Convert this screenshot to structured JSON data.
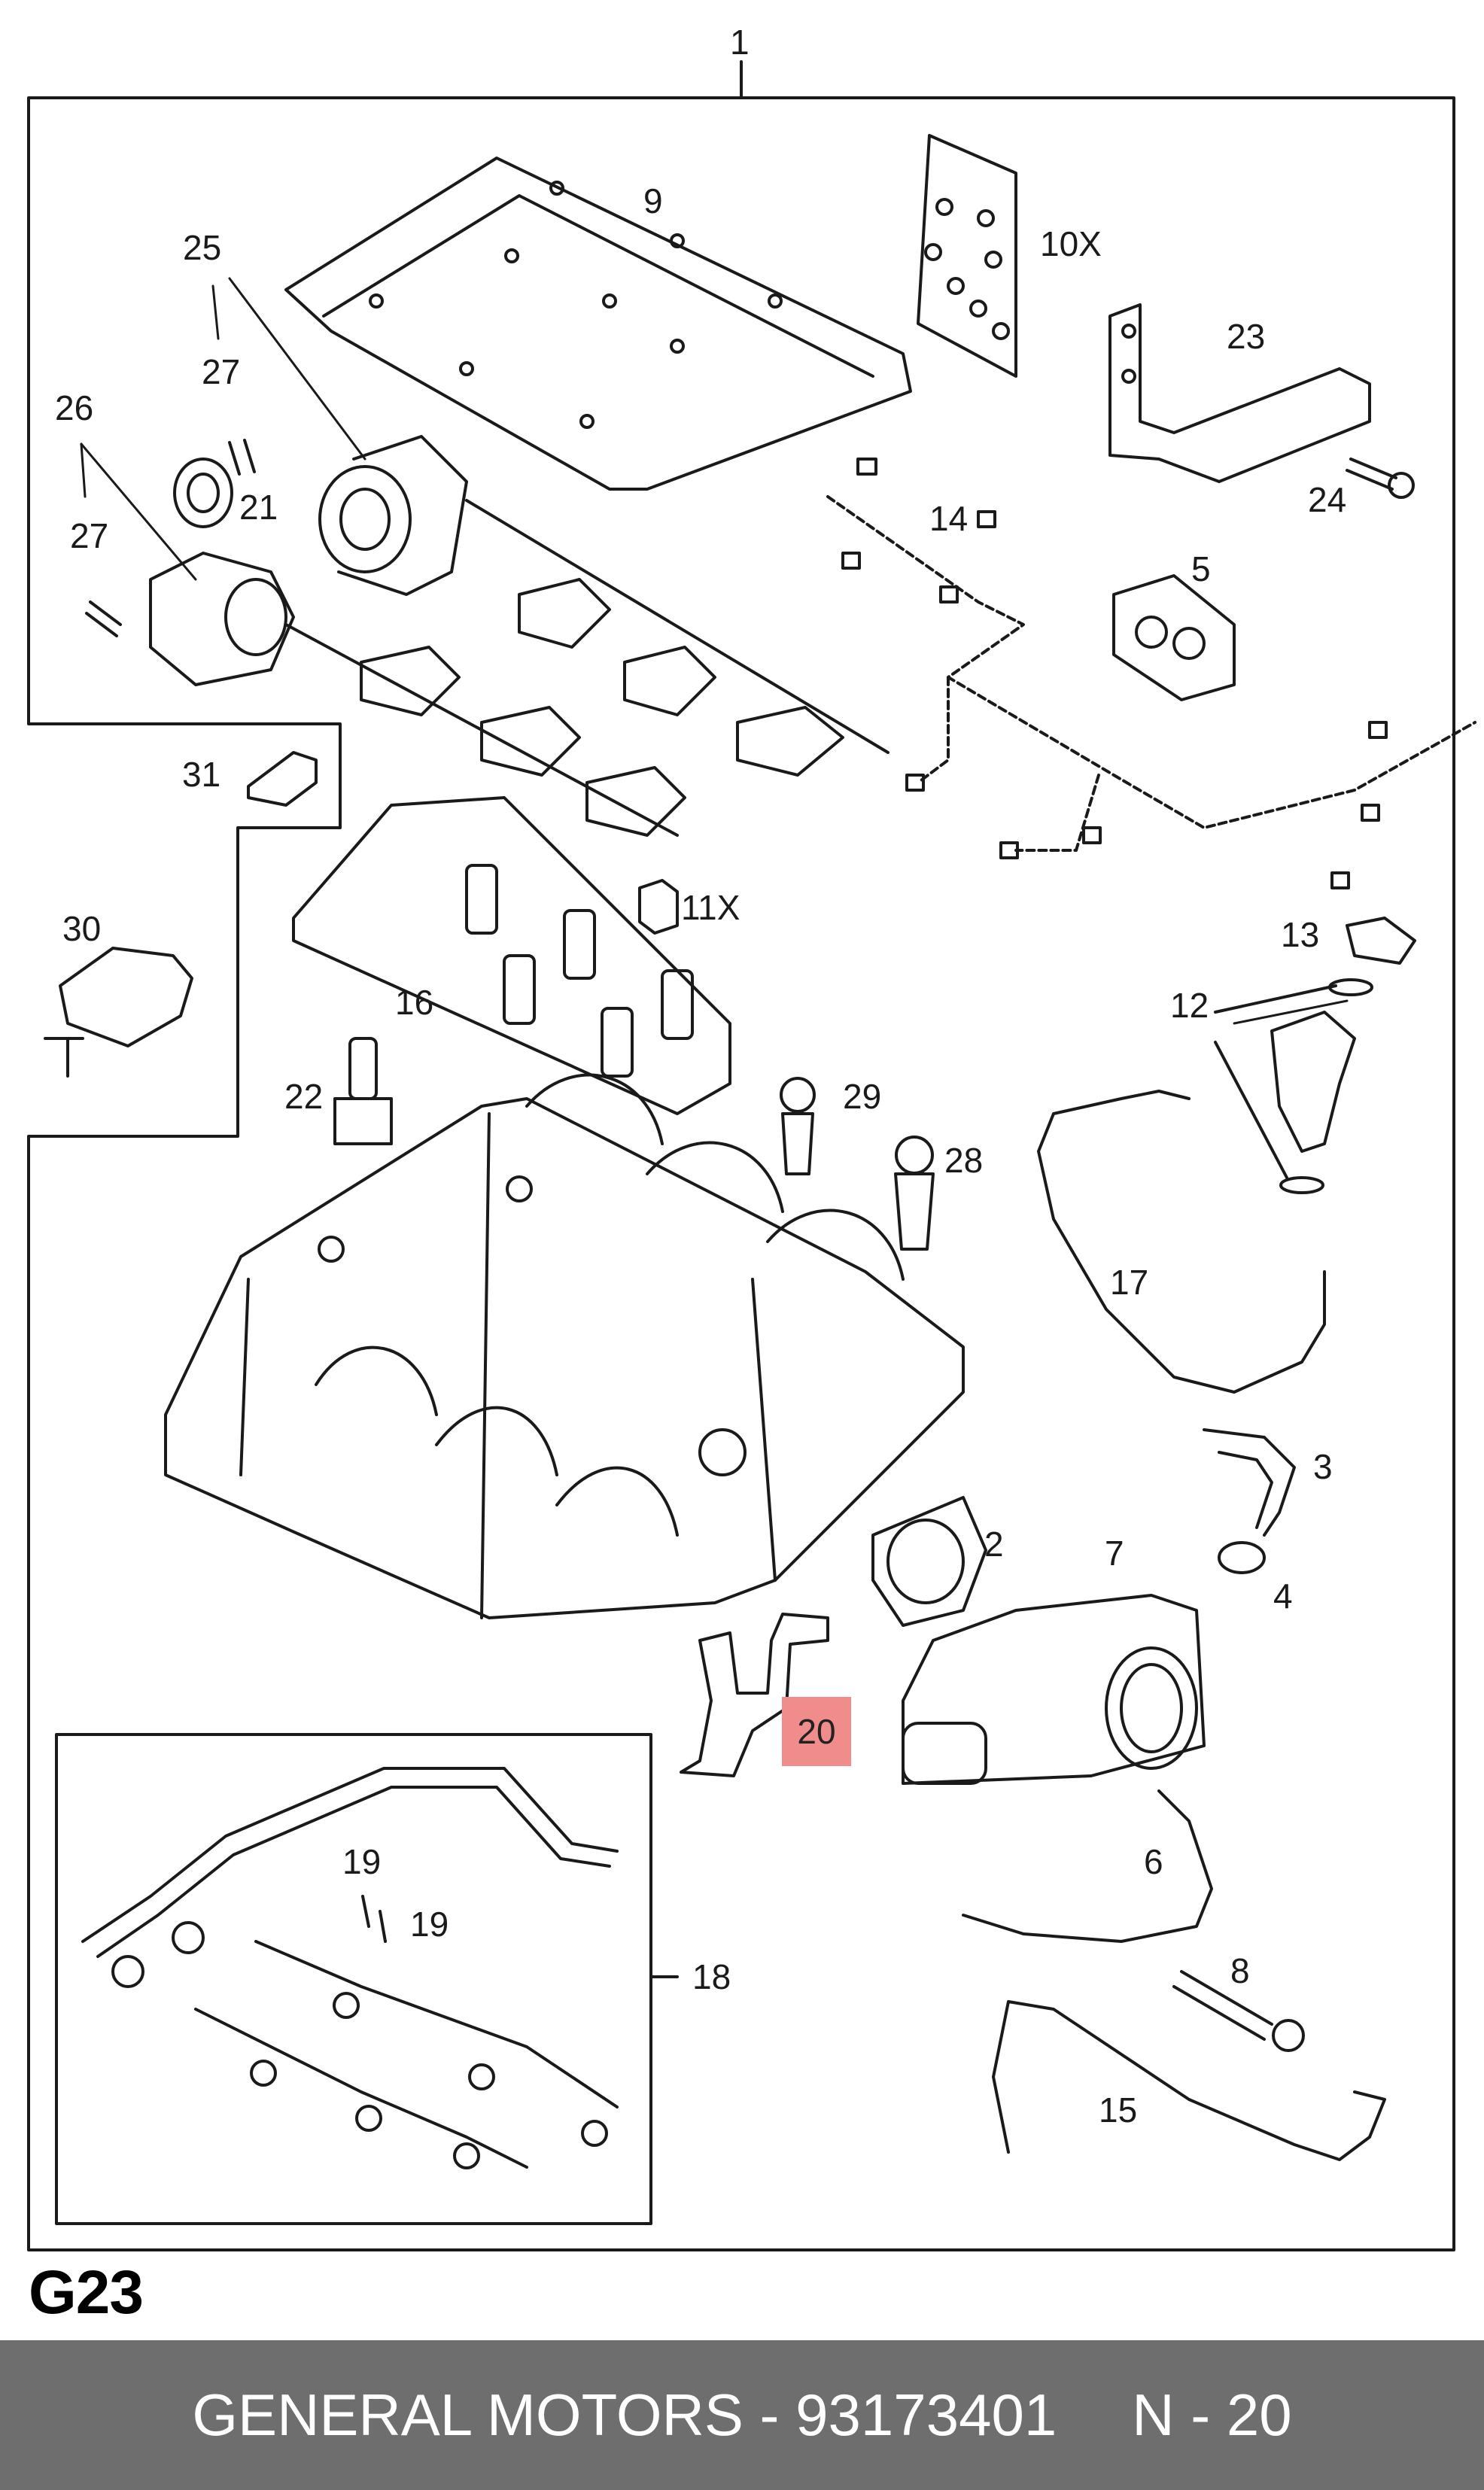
{
  "diagram": {
    "callouts": [
      "1",
      "9",
      "10X",
      "25",
      "27",
      "23",
      "26",
      "21",
      "24",
      "14",
      "5",
      "27",
      "31",
      "11X",
      "13",
      "30",
      "12",
      "16",
      "22",
      "29",
      "28",
      "17",
      "3",
      "2",
      "7",
      "4",
      "20",
      "19",
      "19",
      "6",
      "18",
      "8",
      "15"
    ],
    "highlighted_callout": "20",
    "group_code": "G23"
  },
  "footer": {
    "brand": "GENERAL MOTORS",
    "separator": "-",
    "part_number": "93173401",
    "page": "N - 20"
  },
  "colors": {
    "line": "#1a1a1a",
    "highlight": "#f08c8c",
    "footer_bg": "#6e6e6e",
    "footer_text": "#ffffff"
  }
}
